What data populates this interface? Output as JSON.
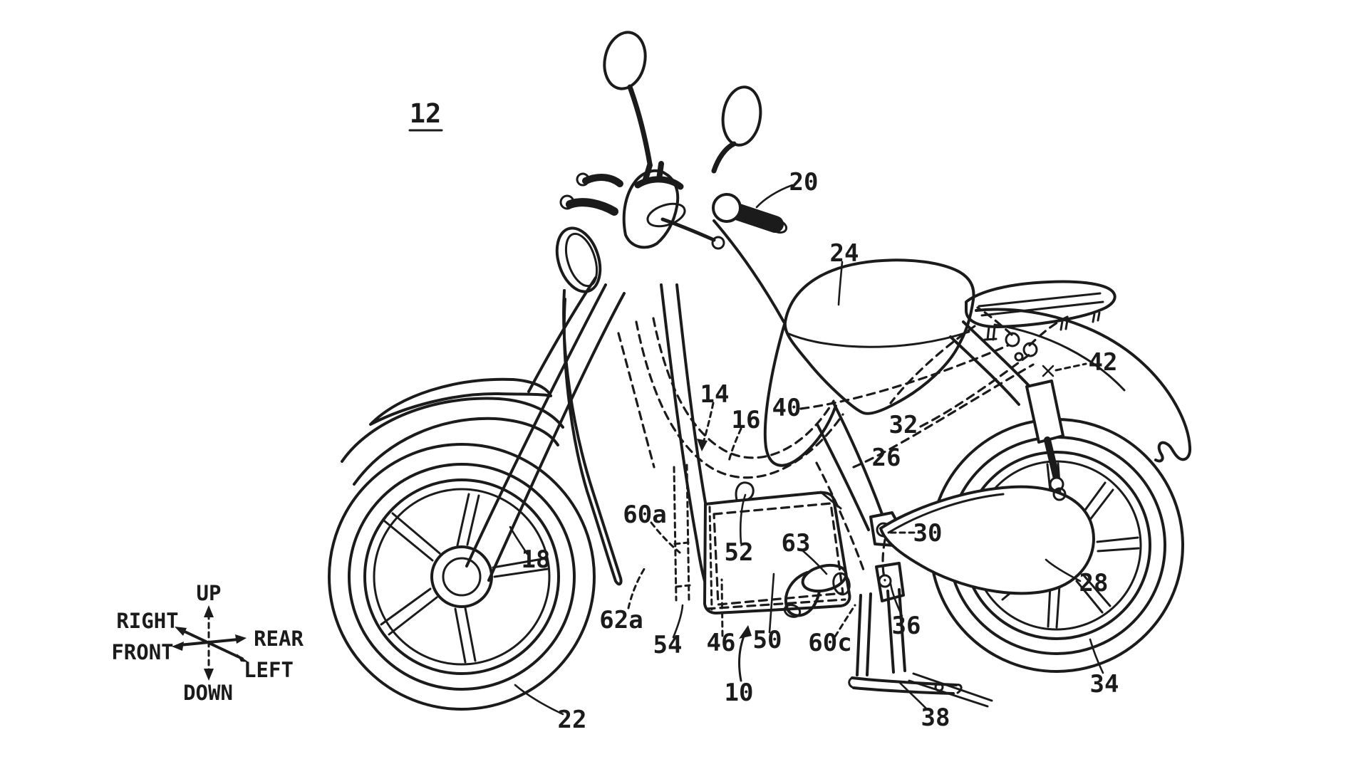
{
  "figure": {
    "number": "12"
  },
  "part_labels": [
    {
      "ref": "20"
    },
    {
      "ref": "24"
    },
    {
      "ref": "42"
    },
    {
      "ref": "14"
    },
    {
      "ref": "16"
    },
    {
      "ref": "40"
    },
    {
      "ref": "32"
    },
    {
      "ref": "26"
    },
    {
      "ref": "60a"
    },
    {
      "ref": "52"
    },
    {
      "ref": "63"
    },
    {
      "ref": "30"
    },
    {
      "ref": "18"
    },
    {
      "ref": "28"
    },
    {
      "ref": "62a"
    },
    {
      "ref": "54"
    },
    {
      "ref": "46"
    },
    {
      "ref": "50"
    },
    {
      "ref": "60c"
    },
    {
      "ref": "36"
    },
    {
      "ref": "34"
    },
    {
      "ref": "10"
    },
    {
      "ref": "38"
    },
    {
      "ref": "22"
    }
  ],
  "compass": {
    "up": "UP",
    "down": "DOWN",
    "front": "FRONT",
    "rear": "REAR",
    "left": "LEFT",
    "right": "RIGHT"
  },
  "colors": {
    "ink": "#1b1b1b",
    "background": "#ffffff"
  }
}
